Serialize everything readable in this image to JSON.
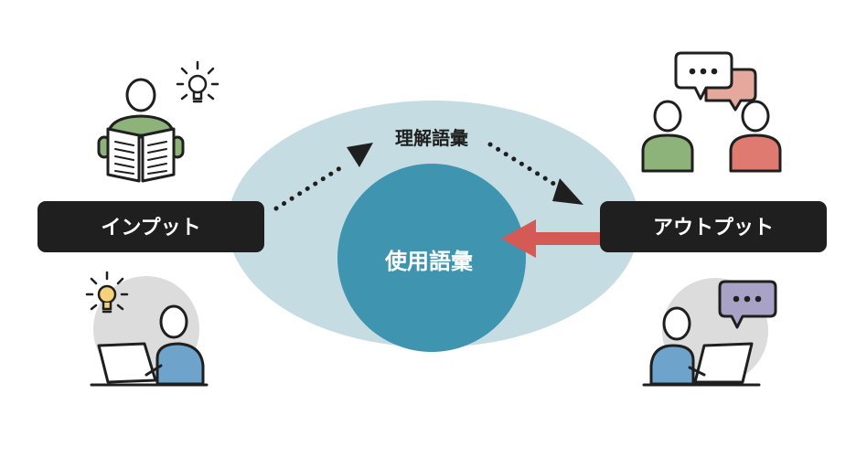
{
  "input_label": "インプット",
  "output_label": "アウトプット",
  "understanding_vocab_label": "理解語彙",
  "active_vocab_label": "使用語彙",
  "speech_bubble_text": "...",
  "colors": {
    "outer_ellipse": "#c5dde2",
    "inner_circle": "#3f94b0",
    "label_box": "#1f1f1f",
    "arrow_red": "#d55a55",
    "person_green": "#8db27a",
    "person_red": "#de7a6f",
    "person_blue": "#6ea3cc",
    "bubble_pink": "#e4a89c",
    "bubble_purple": "#a8a3c6",
    "bulb_yellow": "#f5d27a",
    "grey_disc": "#dcdcdc"
  }
}
